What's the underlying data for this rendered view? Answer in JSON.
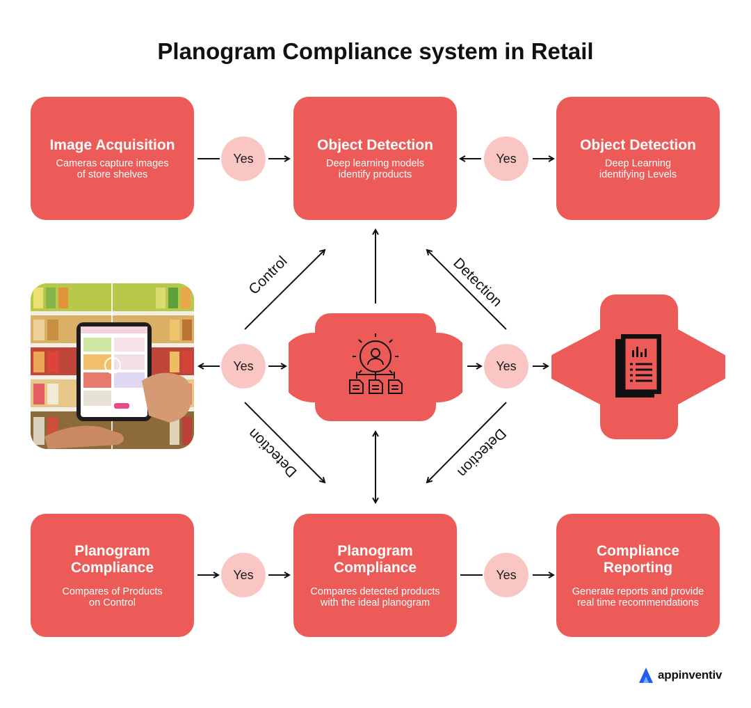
{
  "title": "Planogram Compliance system in Retail",
  "boxes": {
    "image_acquisition": {
      "title": "Image Acquisition",
      "desc": "Cameras capture images\nof store shelves"
    },
    "object_detection_main": {
      "title": "Object Detection",
      "desc": "Deep learning models\nidentify products"
    },
    "object_detection_levels": {
      "title": "Object Detection",
      "desc": "Deep Learning\nidentifying Levels"
    },
    "planogram_compliance_control": {
      "title": "Planogram\nCompliance",
      "desc": "Compares of Products\non Control"
    },
    "planogram_compliance_main": {
      "title": "Planogram\nCompliance",
      "desc": "Compares detected products\nwith the ideal planogram"
    },
    "compliance_reporting": {
      "title": "Compliance\nReporting",
      "desc": "Generate reports and provide\nreal time recommendations"
    }
  },
  "yes_label": "Yes",
  "diagonal_labels": {
    "top_left": "Control",
    "top_right": "Detection",
    "bottom_left": "Detection",
    "bottom_right": "Detection"
  },
  "icons": {
    "center": "process-gear-person-documents-icon",
    "report": "report-document-icon",
    "photo": "store-shelf-tablet-photo",
    "logo": "appinventiv-logo-icon"
  },
  "brand": "appinventiv",
  "colors": {
    "box": "#ec5b57",
    "yes_circle": "#f9c6c3",
    "logo_blue": "#1f5cf0"
  }
}
